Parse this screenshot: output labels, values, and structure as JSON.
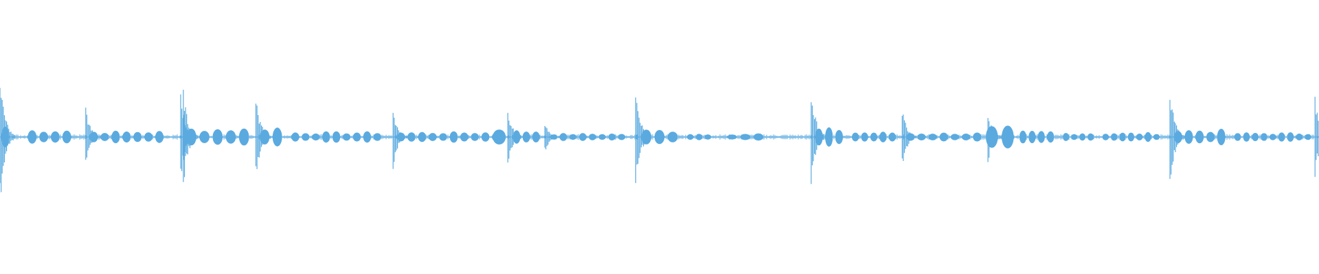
{
  "waveform": {
    "color": "#5aaae0",
    "background": "#ffffff",
    "peaks": [
      {
        "t": 0.0,
        "a": 0.52
      },
      {
        "t": 0.065,
        "a": 0.23
      },
      {
        "t": 0.137,
        "a": 0.36
      },
      {
        "t": 0.139,
        "a": 0.38
      },
      {
        "t": 0.194,
        "a": 0.34
      },
      {
        "t": 0.298,
        "a": 0.24
      },
      {
        "t": 0.385,
        "a": 0.22
      },
      {
        "t": 0.413,
        "a": 0.12
      },
      {
        "t": 0.482,
        "a": 0.4
      },
      {
        "t": 0.615,
        "a": 0.4
      },
      {
        "t": 0.684,
        "a": 0.24
      },
      {
        "t": 0.749,
        "a": 0.2
      },
      {
        "t": 0.887,
        "a": 0.4
      },
      {
        "t": 0.997,
        "a": 0.32
      }
    ],
    "segments": [
      {
        "start": 0.0,
        "end": 0.008,
        "a": 0.08,
        "blobs": 1
      },
      {
        "start": 0.02,
        "end": 0.055,
        "a": 0.05,
        "blobs": 4
      },
      {
        "start": 0.067,
        "end": 0.125,
        "a": 0.04,
        "blobs": 7
      },
      {
        "start": 0.14,
        "end": 0.19,
        "a": 0.06,
        "blobs": 5
      },
      {
        "start": 0.196,
        "end": 0.215,
        "a": 0.07,
        "blobs": 2
      },
      {
        "start": 0.22,
        "end": 0.29,
        "a": 0.035,
        "blobs": 9
      },
      {
        "start": 0.3,
        "end": 0.38,
        "a": 0.035,
        "blobs": 10
      },
      {
        "start": 0.372,
        "end": 0.385,
        "a": 0.07,
        "blobs": 1
      },
      {
        "start": 0.388,
        "end": 0.41,
        "a": 0.045,
        "blobs": 3
      },
      {
        "start": 0.416,
        "end": 0.475,
        "a": 0.025,
        "blobs": 8
      },
      {
        "start": 0.485,
        "end": 0.515,
        "a": 0.05,
        "blobs": 3
      },
      {
        "start": 0.52,
        "end": 0.54,
        "a": 0.025,
        "blobs": 3
      },
      {
        "start": 0.55,
        "end": 0.58,
        "a": 0.025,
        "blobs": 3
      },
      {
        "start": 0.617,
        "end": 0.64,
        "a": 0.06,
        "blobs": 3
      },
      {
        "start": 0.645,
        "end": 0.68,
        "a": 0.035,
        "blobs": 5
      },
      {
        "start": 0.686,
        "end": 0.745,
        "a": 0.03,
        "blobs": 7
      },
      {
        "start": 0.746,
        "end": 0.77,
        "a": 0.07,
        "blobs": 2
      },
      {
        "start": 0.772,
        "end": 0.8,
        "a": 0.04,
        "blobs": 4
      },
      {
        "start": 0.805,
        "end": 0.83,
        "a": 0.03,
        "blobs": 4
      },
      {
        "start": 0.835,
        "end": 0.88,
        "a": 0.03,
        "blobs": 7
      },
      {
        "start": 0.889,
        "end": 0.93,
        "a": 0.05,
        "blobs": 5
      },
      {
        "start": 0.935,
        "end": 0.995,
        "a": 0.03,
        "blobs": 9
      }
    ]
  }
}
